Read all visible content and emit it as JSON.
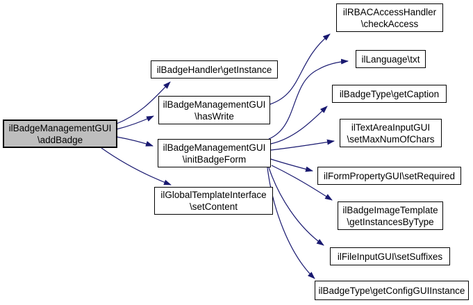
{
  "diagram": {
    "type": "call-graph",
    "colors": {
      "edge": "#191970",
      "node_fill": "#ffffff",
      "highlight_fill": "#bebebe",
      "node_border": "#000000",
      "background": "#ffffff"
    },
    "nodes": {
      "addBadge": {
        "line1": "ilBadgeManagementGUI",
        "line2": "\\addBadge"
      },
      "getInstance": {
        "line1": "ilBadgeHandler\\getInstance",
        "line2": ""
      },
      "hasWrite": {
        "line1": "ilBadgeManagementGUI",
        "line2": "\\hasWrite"
      },
      "initBadgeForm": {
        "line1": "ilBadgeManagementGUI",
        "line2": "\\initBadgeForm"
      },
      "setContent": {
        "line1": "ilGlobalTemplateInterface",
        "line2": "\\setContent"
      },
      "checkAccess": {
        "line1": "ilRBACAccessHandler",
        "line2": "\\checkAccess"
      },
      "txt": {
        "line1": "ilLanguage\\txt",
        "line2": ""
      },
      "getCaption": {
        "line1": "ilBadgeType\\getCaption",
        "line2": ""
      },
      "setMaxNumOfChars": {
        "line1": "ilTextAreaInputGUI",
        "line2": "\\setMaxNumOfChars"
      },
      "setRequired": {
        "line1": "ilFormPropertyGUI\\setRequired",
        "line2": ""
      },
      "getInstancesByType": {
        "line1": "ilBadgeImageTemplate",
        "line2": "\\getInstancesByType"
      },
      "setSuffixes": {
        "line1": "ilFileInputGUI\\setSuffixes",
        "line2": ""
      },
      "getConfigGUIInstance": {
        "line1": "ilBadgeType\\getConfigGUIInstance",
        "line2": ""
      }
    },
    "edges": [
      {
        "from": "addBadge",
        "to": "getInstance"
      },
      {
        "from": "addBadge",
        "to": "hasWrite"
      },
      {
        "from": "addBadge",
        "to": "initBadgeForm"
      },
      {
        "from": "addBadge",
        "to": "setContent"
      },
      {
        "from": "hasWrite",
        "to": "checkAccess"
      },
      {
        "from": "initBadgeForm",
        "to": "txt"
      },
      {
        "from": "initBadgeForm",
        "to": "getCaption"
      },
      {
        "from": "initBadgeForm",
        "to": "setMaxNumOfChars"
      },
      {
        "from": "initBadgeForm",
        "to": "setRequired"
      },
      {
        "from": "initBadgeForm",
        "to": "getInstancesByType"
      },
      {
        "from": "initBadgeForm",
        "to": "setSuffixes"
      },
      {
        "from": "initBadgeForm",
        "to": "getConfigGUIInstance"
      }
    ]
  }
}
